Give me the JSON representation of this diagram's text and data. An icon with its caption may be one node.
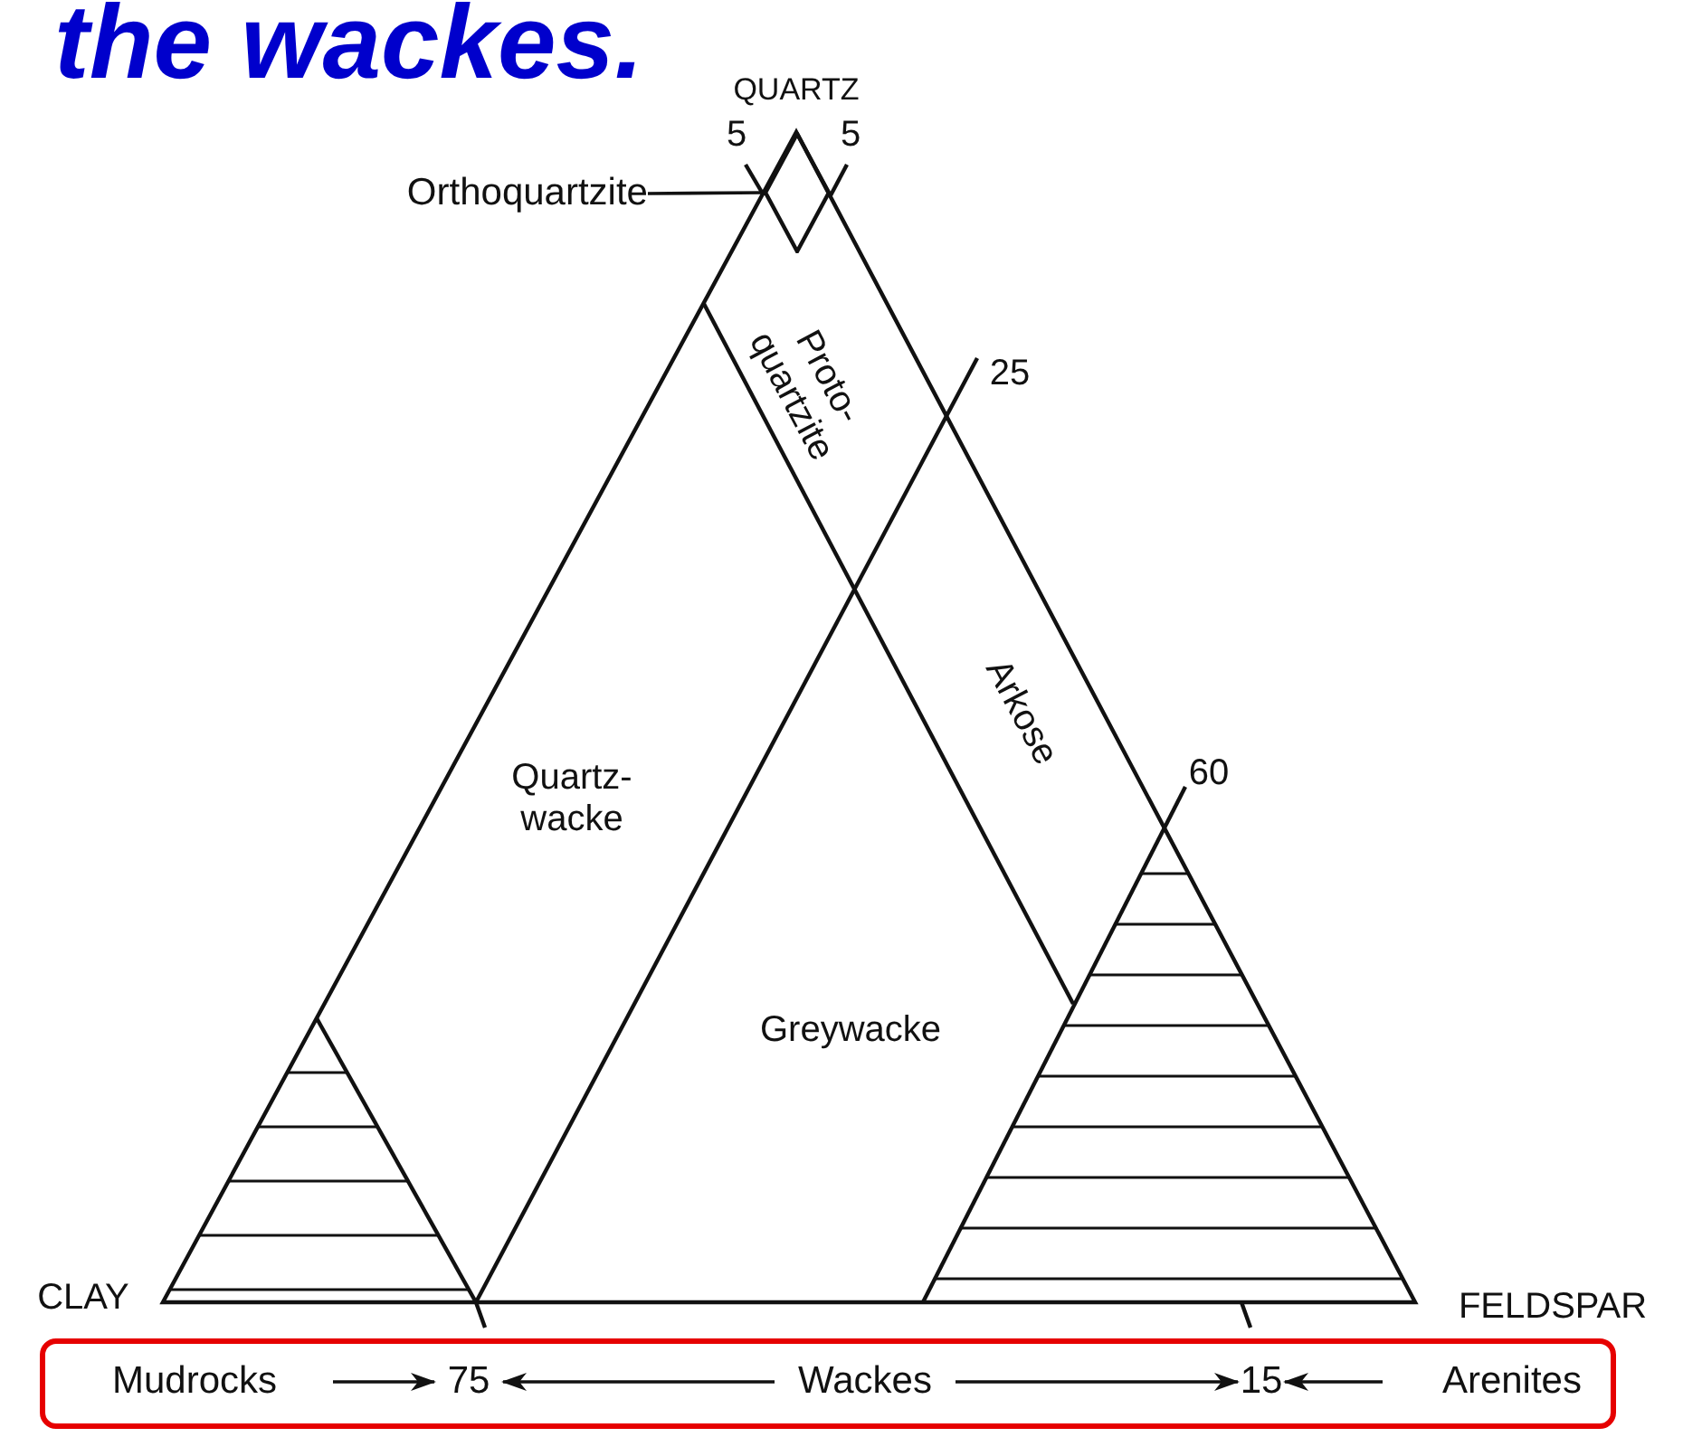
{
  "diagram": {
    "title": "the wackes.",
    "nodes": [
      {
        "text": [],
        "shape": "box"
      },
      {
        "text": [
          "Mudrocks"
        ],
        "in": 0
      },
      {
        "text": [
          "75"
        ],
        "in": 0
      },
      {
        "text": [
          "Wackes"
        ],
        "in": 0
      },
      {
        "text": [
          "15"
        ],
        "in": 0
      },
      {
        "text": [
          "Arenites"
        ],
        "in": 0
      },
      {
        "text": [
          "Orthoquartzite"
        ]
      },
      {
        "text": [],
        "shape": "diamond"
      }
    ],
    "edges": [
      {
        "from": 1,
        "to": 2,
        "arrow": "to"
      },
      {
        "from": 3,
        "to": 2,
        "arrow": "to"
      },
      {
        "from": 3,
        "to": 4,
        "arrow": "to"
      },
      {
        "from": 5,
        "to": 4,
        "arrow": "to"
      },
      {
        "from": 6,
        "to": 7,
        "arrow": "none"
      }
    ],
    "labels": [
      "QUARTZ",
      "5",
      "5",
      "Proto- quartzite",
      "25",
      "Arkose",
      "Quartz- wacke",
      "60",
      "Greywacke",
      "CLAY",
      "FELDSPAR"
    ]
  }
}
